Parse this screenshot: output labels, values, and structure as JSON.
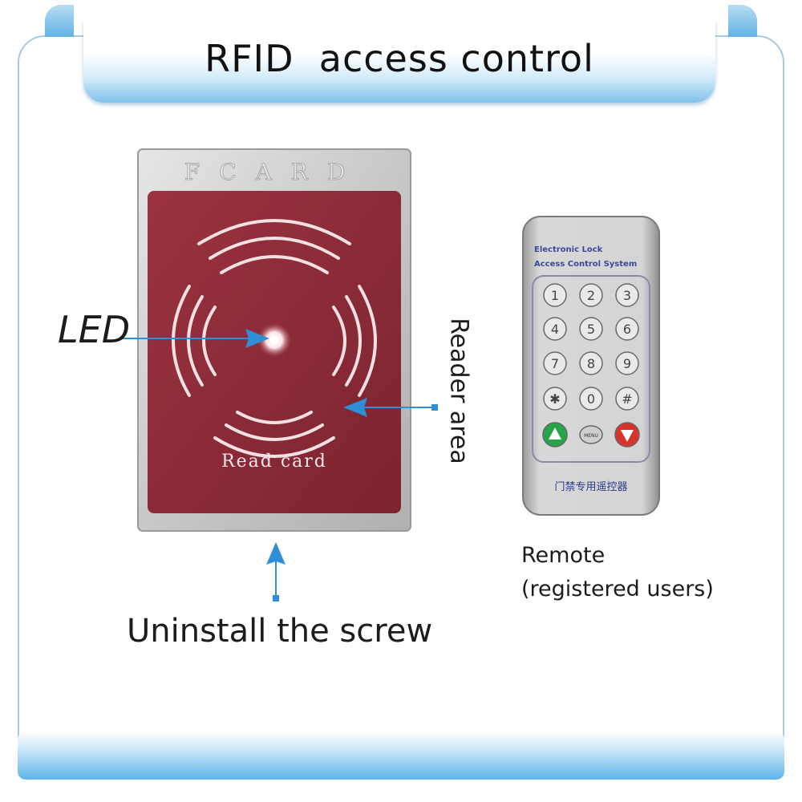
{
  "title": "RFID  access control",
  "reader": {
    "brand_text": "FCARD",
    "read_card_text": "Read card"
  },
  "callouts": {
    "led": "LED",
    "reader_area": "Reader area",
    "uninstall_screw": "Uninstall the screw"
  },
  "remote": {
    "header_line1": "Electronic Lock",
    "header_line2": "Access Control System",
    "keys": [
      "1",
      "2",
      "3",
      "4",
      "5",
      "6",
      "7",
      "8",
      "9",
      "✱",
      "0",
      "#"
    ],
    "menu_key": "MENU",
    "footer_text": "门禁专用遥控器",
    "caption_line1": "Remote",
    "caption_line2": "(registered users)"
  },
  "colors": {
    "accent_blue": "#2f8fd6",
    "reader_red": "#8e2a36",
    "title_gradient": "#7ec2ea"
  }
}
